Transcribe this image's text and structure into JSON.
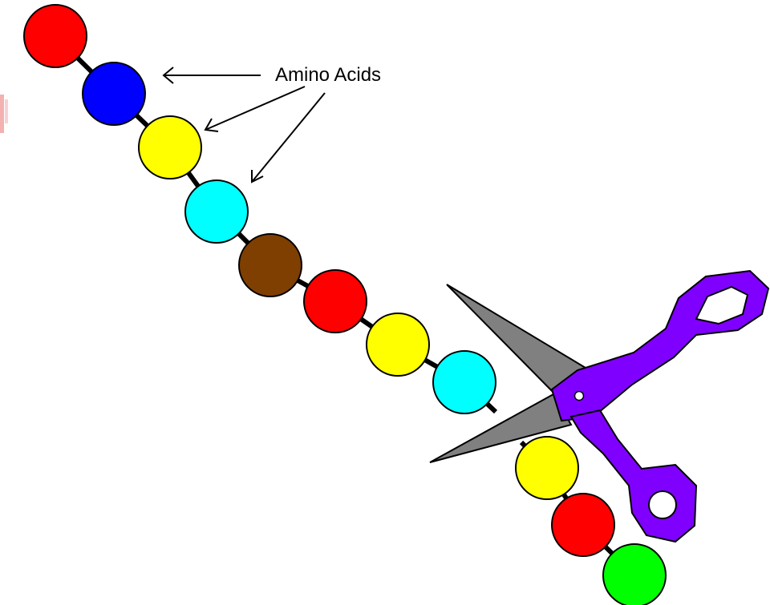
{
  "label": {
    "text": "Amino Acids"
  },
  "colors": {
    "red": "#ff0000",
    "blue": "#0000ff",
    "yellow": "#ffff00",
    "cyan": "#00ffff",
    "brown": "#7f3f00",
    "green": "#00ff00",
    "scissor_blade": "#808080",
    "scissor_handle": "#8000ff",
    "outline": "#000000"
  },
  "chain": {
    "segment_before_cut": [
      {
        "name": "amino-acid-1",
        "color": "red"
      },
      {
        "name": "amino-acid-2",
        "color": "blue"
      },
      {
        "name": "amino-acid-3",
        "color": "yellow"
      },
      {
        "name": "amino-acid-4",
        "color": "cyan"
      },
      {
        "name": "amino-acid-5",
        "color": "brown"
      },
      {
        "name": "amino-acid-6",
        "color": "red"
      },
      {
        "name": "amino-acid-7",
        "color": "yellow"
      },
      {
        "name": "amino-acid-8",
        "color": "cyan"
      }
    ],
    "segment_after_cut": [
      {
        "name": "amino-acid-9",
        "color": "yellow"
      },
      {
        "name": "amino-acid-10",
        "color": "red"
      },
      {
        "name": "amino-acid-11",
        "color": "green"
      }
    ]
  },
  "icons": {
    "tool": "scissors-icon"
  }
}
